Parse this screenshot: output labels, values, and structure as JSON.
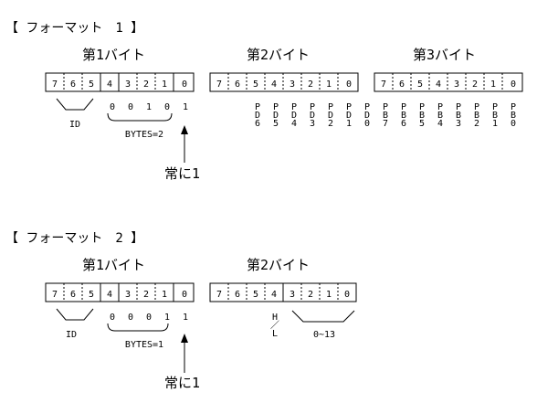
{
  "format1": {
    "heading": "【 フォーマット　1 】",
    "byte1": {
      "title": "第1バイト",
      "bits": [
        "7",
        "6",
        "5",
        "4",
        "3",
        "2",
        "1",
        "0"
      ],
      "id_label": "ID",
      "bytes_value": [
        "0",
        "0",
        "1",
        "0",
        "1"
      ],
      "bytes_label": "BYTES=2",
      "always_label": "常に1"
    },
    "byte2": {
      "title": "第2バイト",
      "bits": [
        "7",
        "6",
        "5",
        "4",
        "3",
        "2",
        "1",
        "0"
      ],
      "field_labels": [
        [
          "P",
          "D",
          "6"
        ],
        [
          "P",
          "D",
          "5"
        ],
        [
          "P",
          "D",
          "4"
        ],
        [
          "P",
          "D",
          "3"
        ],
        [
          "P",
          "D",
          "2"
        ],
        [
          "P",
          "D",
          "1"
        ],
        [
          "P",
          "D",
          "0"
        ]
      ]
    },
    "byte3": {
      "title": "第3バイト",
      "bits": [
        "7",
        "6",
        "5",
        "4",
        "3",
        "2",
        "1",
        "0"
      ],
      "field_labels": [
        [
          "P",
          "B",
          "7"
        ],
        [
          "P",
          "B",
          "6"
        ],
        [
          "P",
          "B",
          "5"
        ],
        [
          "P",
          "B",
          "4"
        ],
        [
          "P",
          "B",
          "3"
        ],
        [
          "P",
          "B",
          "2"
        ],
        [
          "P",
          "B",
          "1"
        ],
        [
          "P",
          "B",
          "0"
        ]
      ]
    }
  },
  "format2": {
    "heading": "【 フォーマット　2 】",
    "byte1": {
      "title": "第1バイト",
      "bits": [
        "7",
        "6",
        "5",
        "4",
        "3",
        "2",
        "1",
        "0"
      ],
      "id_label": "ID",
      "bytes_value": [
        "0",
        "0",
        "0",
        "1",
        "1"
      ],
      "bytes_label": "BYTES=1",
      "always_label": "常に1"
    },
    "byte2": {
      "title": "第2バイト",
      "bits": [
        "7",
        "6",
        "5",
        "4",
        "3",
        "2",
        "1",
        "0"
      ],
      "hl_label": [
        "H",
        "／",
        "L"
      ],
      "range_label": "0~13"
    }
  }
}
